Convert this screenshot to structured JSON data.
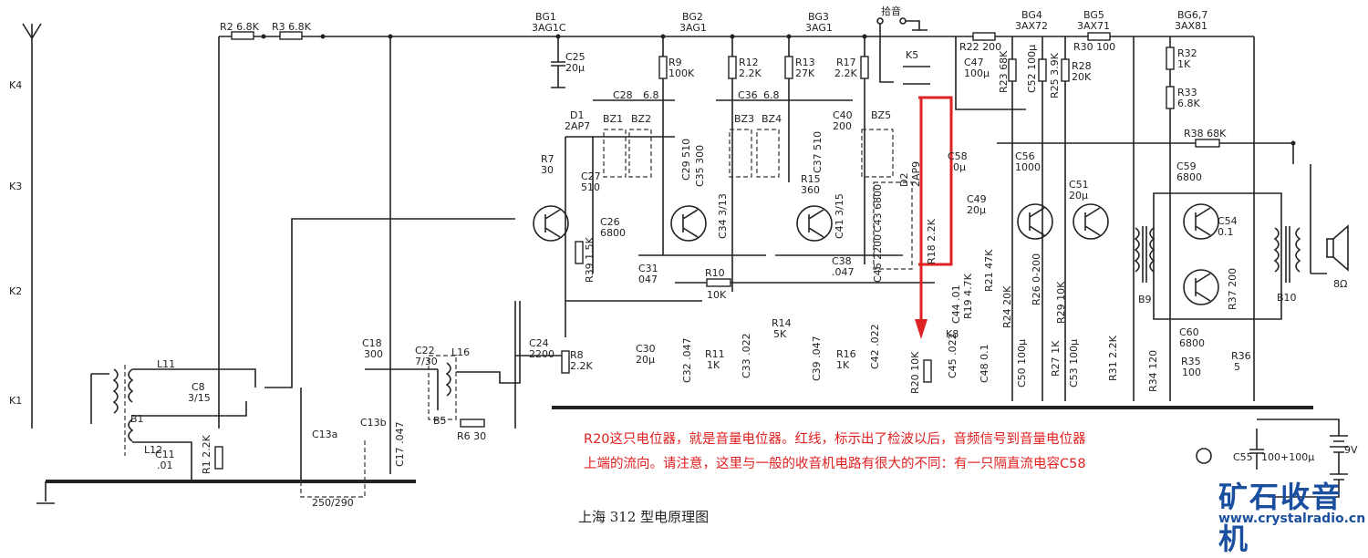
{
  "diagram": {
    "title": "上海 312 型电原理图",
    "annotation_lines": [
      "R20这只电位器，就是音量电位器。红线，标示出了检波以后，音频信号到音量电位器",
      "上端的流向。请注意，这里与一般的收音机电路有很大的不同：有一只隔直流电容C58"
    ],
    "watermark": {
      "name": "矿石收音机",
      "url": "www.crystalradio.cn"
    },
    "colors": {
      "annotation": "#e02020",
      "highlight": "#d22222",
      "watermark": "#1a4fa0",
      "ink": "#222222"
    },
    "band_switches": [
      "K4",
      "K3",
      "K2",
      "K1"
    ],
    "transistors": [
      {
        "ref": "BG1",
        "type": "3AG1C"
      },
      {
        "ref": "BG2",
        "type": "3AG1"
      },
      {
        "ref": "BG3",
        "type": "3AG1"
      },
      {
        "ref": "BG4",
        "type": "3AX72"
      },
      {
        "ref": "BG5",
        "type": "3AX71"
      },
      {
        "ref": "BG6,7",
        "type": "3AX81"
      }
    ],
    "labels": {
      "R2": "R2 6.8K",
      "R3": "R3 6.8K",
      "C25": "C25",
      "C25v": "20μ",
      "R9": "R9",
      "R9v": "100K",
      "R12": "R12",
      "R12v": "2.2K",
      "R13": "R13",
      "R13v": "27K",
      "R17": "R17",
      "R17v": "2.2K",
      "pickup": "拾音",
      "K5": "K5",
      "R22": "R22 200",
      "C47": "C47",
      "C47v": "100μ",
      "R23": "R23 68K",
      "C52": "C52 100μ",
      "R25": "R25 3.9K",
      "R28": "R28",
      "R28v": "20K",
      "R30": "R30 100",
      "R32": "R32",
      "R32v": "1K",
      "R33": "R33",
      "R33v": "6.8K",
      "R38": "R38  68K",
      "C28": "C28",
      "C28v": "6.8",
      "C36": "C36",
      "C36v": "6.8",
      "D1": "D1",
      "D1v": "2AP7",
      "BZ1": "BZ1",
      "BZ2": "BZ2",
      "BZ3": "BZ3",
      "BZ4": "BZ4",
      "BZ5": "BZ5",
      "C40": "C40",
      "C40v": "200",
      "R7": "R7",
      "R7v": "30",
      "C27": "C27",
      "C27v": "510",
      "C29": "C29 510",
      "C35": "C35 300",
      "C37": "C37 510",
      "R15": "R15",
      "R15v": "360",
      "C34": "C34 3/13",
      "C41": "C41 3/15",
      "C43": "C43 6800",
      "C46": "C46 2200",
      "D2": "D2",
      "D2v": "2AP9",
      "R18": "R18 2.2K",
      "C58": "C58",
      "C58v": "0μ",
      "C56": "C56",
      "C56v": "1000",
      "C49": "C49",
      "C49v": "20μ",
      "C51": "C51",
      "C51v": "20μ",
      "C59": "C59",
      "C59v": "6800",
      "C54": "C54",
      "C54v": "0.1",
      "C26": "C26",
      "C26v": "6800",
      "R39": "R39 1.5K",
      "C31": "C31",
      "C31v": "047",
      "R10": "R10",
      "R10v": "10K",
      "C38": "C38",
      "C38v": ".047",
      "R21": "R21 47K",
      "R19": "R19 4.7K",
      "C44": "C44 .01",
      "R26": "R26 0-200",
      "R29": "R29 10K",
      "R24": "R24 20K",
      "R37": "R37 200",
      "B9": "B9",
      "B10": "B10",
      "spk": "8Ω",
      "C24": "C24",
      "C24v": "2200",
      "R8": "R8",
      "R8v": "2.2K",
      "R14": "R14",
      "R14v": "5K",
      "C30": "C30",
      "C30v": "20μ",
      "C32": "C32 .047",
      "R11": "R11",
      "R11v": "1K",
      "C33": "C33 .022",
      "C39": "C39 .047",
      "R16": "R16",
      "R16v": "1K",
      "C42": "C42 .022",
      "R20": "R20 10K",
      "K8": "K8",
      "C45": "C45 .022",
      "C48": "C48 0.1",
      "C50": "C50 100μ",
      "R27": "R27 1K",
      "C53": "C53 100μ",
      "R31": "R31 2.2K",
      "C60": "C60",
      "C60v": "6800",
      "R34": "R34 120",
      "R35": "R35",
      "R35v": "100",
      "R36": "R36",
      "R36v": "5",
      "C18": "C18",
      "C18v": "300",
      "C22": "C22",
      "C22v": "7/30",
      "L16": "L16",
      "B5": "B5",
      "R6": "R6 30",
      "C13a": "C13a",
      "C13b": "C13b",
      "C17": "C17 .047",
      "gang": "250/290",
      "L11": "L11",
      "C8": "C8",
      "C8v": "3/15",
      "B1": "B1",
      "L12": "L12",
      "C11": "C11",
      "C11v": ".01",
      "R1": "R1 2.2K",
      "C55": "C55",
      "C55v": "100+100μ",
      "batt": "9V"
    }
  }
}
